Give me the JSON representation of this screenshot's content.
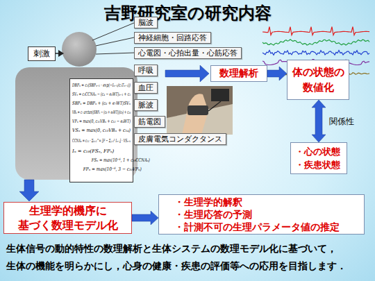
{
  "diagram": {
    "title": "吉野研究室の研究内容",
    "caption": "生体信号の動的特性の数理解析と生体システムの数理モデル化に基づいて， 生体の機能を明らかにし，心身の健康・疾患の評価等への応用を目指します．",
    "nodes": [
      {
        "text": [
          "刺激"
        ]
      },
      {
        "text": [
          "脳波"
        ]
      },
      {
        "text": [
          "神経細胞・回路応答"
        ]
      },
      {
        "text": [
          "心電図・心拍出量・心筋応答"
        ]
      },
      {
        "text": [
          "呼吸"
        ]
      },
      {
        "text": [
          "血圧"
        ]
      },
      {
        "text": [
          "脈波"
        ]
      },
      {
        "text": [
          "筋電図"
        ]
      },
      {
        "text": [
          "皮膚電気コンダクタンス"
        ]
      },
      {
        "text": [
          "DBPₙ = c₁(SBPₙ₋₁ · exp(−Iₙ₋₁/c₂Tₙ₋₁))",
          "SVₙ = c₃CCNAₙ − (c₄ − e₆WT)ₙ₋₁ + c₅",
          "SBPₙ = DBPₙ + (c₆ + e₇WT)SVₙ",
          "VBₙ = c₇ arctan((SBPₙ − (c₈ + e₈WT))/c₉) + c₁₀",
          "VPₙ = max(0, c₁₁VBₙ + c₁₂ − e₄WT)",
          "VSₙ = max(0, c₁₃VBₙ + c₁₄)",
          "CCNAₙ = c₁₅ · Σₖ₌₁^∞ [F − Σⱼ₌₁ᵏ Iₙ₋ⱼ] · VSₙ₋ₖ",
          "Iₙ = c₁₈(FSₙ, FPₙ)",
          "FSₙ = max(10⁻⁶, 1 + c₁₉CCNAₙ)",
          "FPₙ = max(10⁻⁶, 3 − c₂₀VPₙ)"
        ]
      },
      {
        "text": [
          "数理解析"
        ]
      },
      {
        "text": [
          "体の状態の 数値化"
        ]
      },
      {
        "text": [
          "・心の状態",
          "・疾患状態"
        ]
      },
      {
        "text": [
          "生理学的機序に 基づく数理モデル化"
        ]
      },
      {
        "text": [
          "・生理学的解釈",
          "・生理応答の予測",
          "・計測不可の生理パラメータ値の推定"
        ]
      }
    ],
    "edges": [
      {
        "from": 10,
        "to": 11,
        "arrow": "to"
      },
      {
        "from": 11,
        "to": 12,
        "label": "関係性",
        "arrow": "both"
      },
      {
        "from": 13,
        "to": 14,
        "arrow": "to"
      }
    ]
  }
}
